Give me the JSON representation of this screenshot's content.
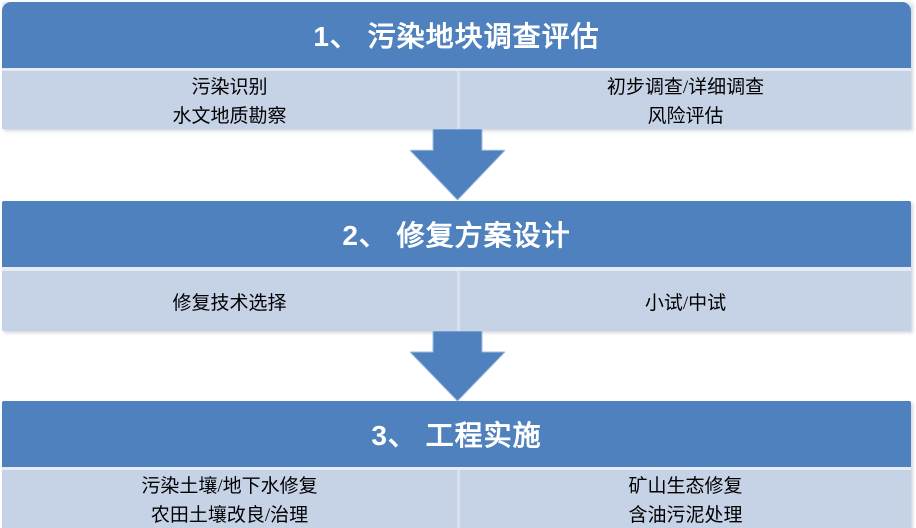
{
  "palette": {
    "header_blue": "#4E81BD",
    "row_light_blue": "#C6D3E7",
    "column_divider": "#D9E1F0",
    "separator_light": "#E7ECF4",
    "header_text": "#FFFFFF",
    "body_text": "#000000"
  },
  "sections": [
    {
      "title": "1、 污染地块调查评估",
      "left_items": [
        "污染识别",
        "水文地质勘察"
      ],
      "right_items": [
        "初步调查/详细调查",
        "风险评估"
      ]
    },
    {
      "title": "2、 修复方案设计",
      "left_items": [
        "修复技术选择"
      ],
      "right_items": [
        "小试/中试"
      ]
    },
    {
      "title": "3、 工程实施",
      "left_items": [
        "污染土壤/地下水修复",
        "农田土壤改良/治理"
      ],
      "right_items": [
        "矿山生态修复",
        "含油污泥处理"
      ]
    }
  ],
  "arrows": {
    "count": 2,
    "direction": "down"
  }
}
